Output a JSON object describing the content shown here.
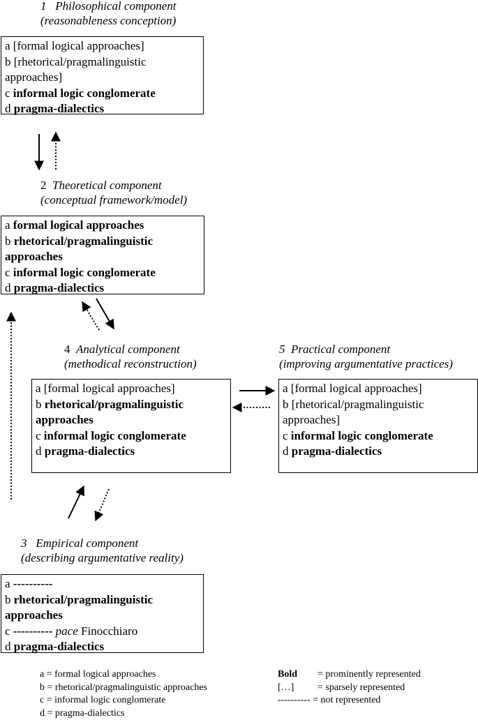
{
  "components": {
    "philosophical": {
      "num": "1",
      "name": "Philosophical component",
      "sub": "(reasonableness conception)",
      "items": [
        {
          "letter": "a",
          "text": "[formal logical approaches]",
          "bold": false
        },
        {
          "letter": "b",
          "text": "[rhetorical/pragmalinguistic approaches]",
          "bold": false
        },
        {
          "letter": "c",
          "text": "informal logic conglomerate",
          "bold": true
        },
        {
          "letter": "d",
          "text": "pragma-dialectics",
          "bold": true
        }
      ]
    },
    "theoretical": {
      "num": "2",
      "name": "Theoretical component",
      "sub": "(conceptual framework/model)",
      "items": [
        {
          "letter": "a",
          "text": "formal logical approaches",
          "bold": true
        },
        {
          "letter": "b",
          "text": "rhetorical/pragmalinguistic approaches",
          "bold": true
        },
        {
          "letter": "c",
          "text": "informal logic conglomerate",
          "bold": true
        },
        {
          "letter": "d",
          "text": "pragma-dialectics",
          "bold": true
        }
      ]
    },
    "analytical": {
      "num": "4",
      "name": "Analytical component",
      "sub": "(methodical reconstruction)",
      "items": [
        {
          "letter": "a",
          "text": "[formal logical approaches]",
          "bold": false
        },
        {
          "letter": "b",
          "text": "rhetorical/pragmalinguistic approaches",
          "bold": true
        },
        {
          "letter": "c",
          "text": "informal logic conglomerate",
          "bold": true
        },
        {
          "letter": "d",
          "text": "pragma-dialectics",
          "bold": true
        }
      ]
    },
    "practical": {
      "num": "5",
      "name": "Practical component",
      "sub": "(improving argumentative practices)",
      "items": [
        {
          "letter": "a",
          "text": "[formal logical approaches]",
          "bold": false
        },
        {
          "letter": "b",
          "text": "[rhetorical/pragmalinguistic approaches]",
          "bold": false
        },
        {
          "letter": "c",
          "text": "informal logic conglomerate",
          "bold": true
        },
        {
          "letter": "d",
          "text": "pragma-dialectics",
          "bold": true
        }
      ]
    },
    "empirical": {
      "num": "3",
      "name": "Empirical component",
      "sub": "(describing argumentative reality)",
      "items": [
        {
          "letter": "a",
          "text": "----------",
          "bold": true
        },
        {
          "letter": "b",
          "text": "rhetorical/pragmalinguistic approaches",
          "bold": true
        },
        {
          "letter": "c",
          "text": "----------",
          "bold": true,
          "pace": "pace",
          "extra": "Finocchiaro"
        },
        {
          "letter": "d",
          "text": "pragma-dialectics",
          "bold": true
        }
      ]
    }
  },
  "legend": {
    "left": [
      "a = formal logical approaches",
      "b = rhetorical/pragmalinguistic approaches",
      "c = informal logic conglomerate",
      "d = pragma-dialectics"
    ],
    "right": [
      {
        "key": "Bold",
        "desc": "= prominently represented"
      },
      {
        "key": "[…]",
        "desc": "= sparsely represented"
      },
      {
        "key": "----------",
        "desc": "= not represented"
      }
    ]
  }
}
